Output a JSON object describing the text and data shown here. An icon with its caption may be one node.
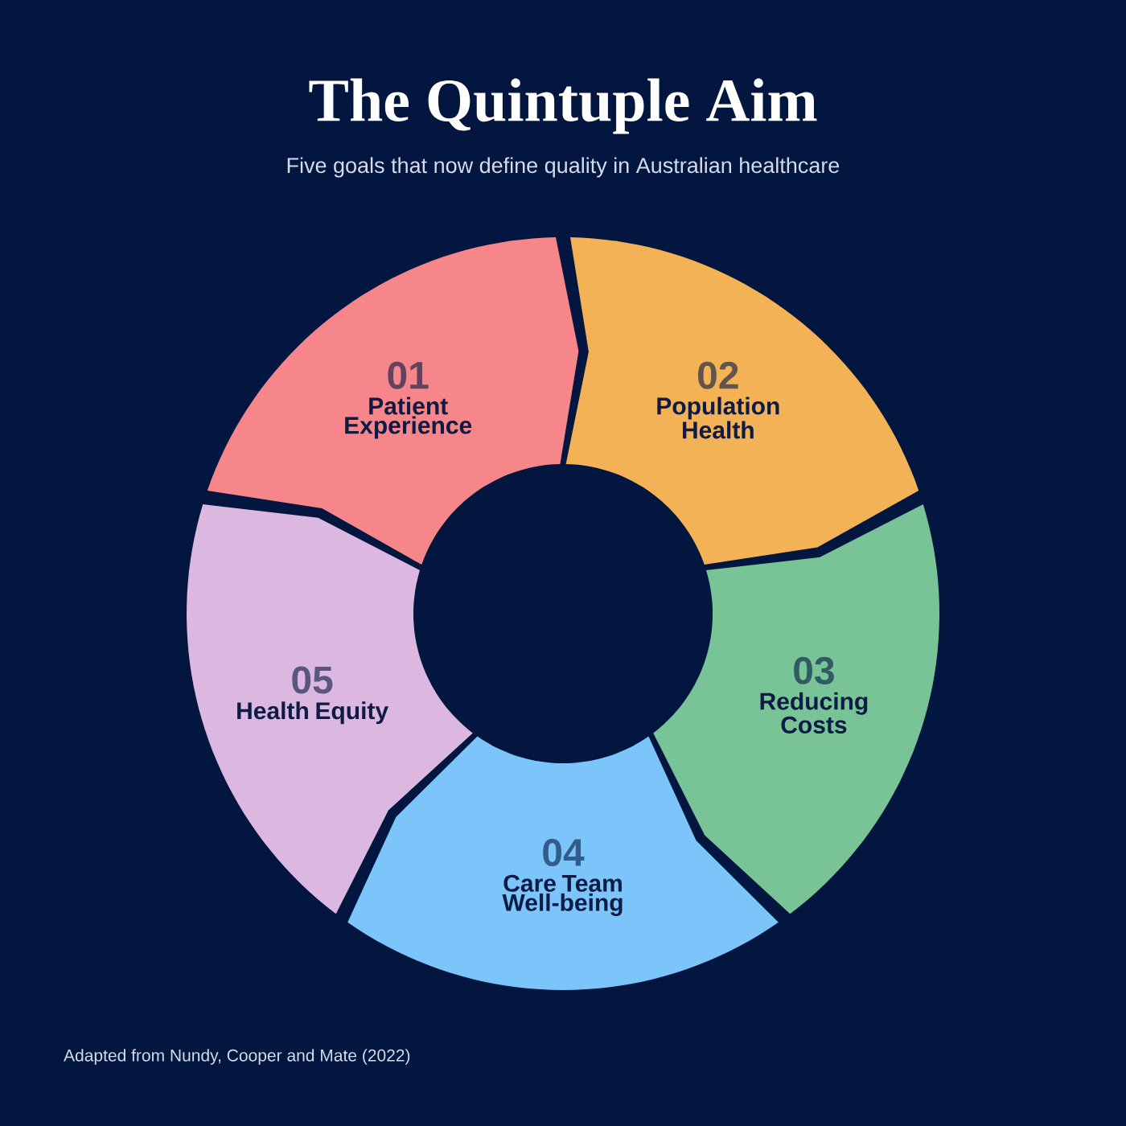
{
  "diagram": {
    "title": "The Quintuple Aim",
    "nodes": [
      {
        "text": [
          "01",
          "Patient Experience"
        ]
      },
      {
        "text": [
          "02",
          "Population Health"
        ]
      },
      {
        "text": [
          "03",
          "Reducing Costs"
        ]
      },
      {
        "text": [
          "04",
          "Care Team Well-being"
        ]
      },
      {
        "text": [
          "05",
          "Health Equity"
        ]
      }
    ],
    "labels": [
      "Five goals that now define quality in Australian healthcare",
      "Adapted from Nundy, Cooper and Mate (2022)"
    ]
  }
}
